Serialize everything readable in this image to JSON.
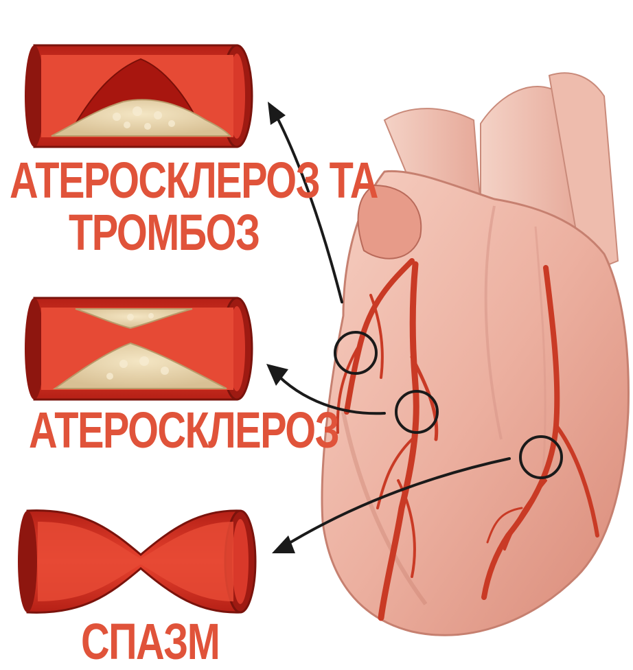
{
  "labels": {
    "thrombosis_line1": "АТЕРОСКЛЕРОЗ ТА",
    "thrombosis_line2": "ТРОМБОЗ",
    "atherosclerosis": "АТЕРОСКЛЕРОЗ",
    "spasm": "СПАЗМ"
  },
  "colors": {
    "label_text": "#e0533a",
    "vessel_wall": "#c8281c",
    "vessel_inner": "#e23a2a",
    "plaque": "#e9d7b0",
    "heart_tissue": "#f0b8a8",
    "artery": "#c93a25",
    "pointer": "#1a1a1a"
  },
  "icons": [
    "heart-illustration",
    "artery-cross-section",
    "callout-circle",
    "pointer-arrow"
  ]
}
